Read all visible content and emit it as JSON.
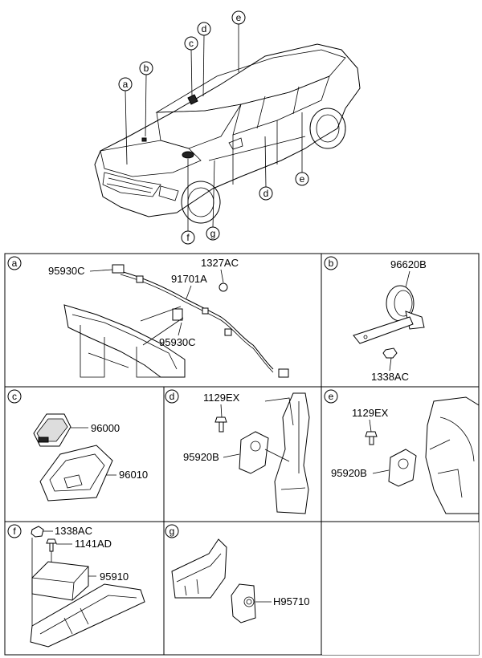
{
  "car_callouts": [
    "a",
    "b",
    "c",
    "d",
    "e",
    "d",
    "e",
    "f",
    "g"
  ],
  "panels": [
    {
      "id": "a",
      "letter": "a",
      "parts": [
        "95930C",
        "91701A",
        "1327AC",
        "95930C"
      ]
    },
    {
      "id": "b",
      "letter": "b",
      "parts": [
        "96620B",
        "1338AC"
      ]
    },
    {
      "id": "c",
      "letter": "c",
      "parts": [
        "96000",
        "96010"
      ]
    },
    {
      "id": "d",
      "letter": "d",
      "parts": [
        "1129EX",
        "95920B"
      ]
    },
    {
      "id": "e",
      "letter": "e",
      "parts": [
        "1129EX",
        "95920B"
      ]
    },
    {
      "id": "f",
      "letter": "f",
      "parts": [
        "1338AC",
        "1141AD",
        "95910"
      ]
    },
    {
      "id": "g",
      "letter": "g",
      "parts": [
        "H95710"
      ]
    }
  ]
}
